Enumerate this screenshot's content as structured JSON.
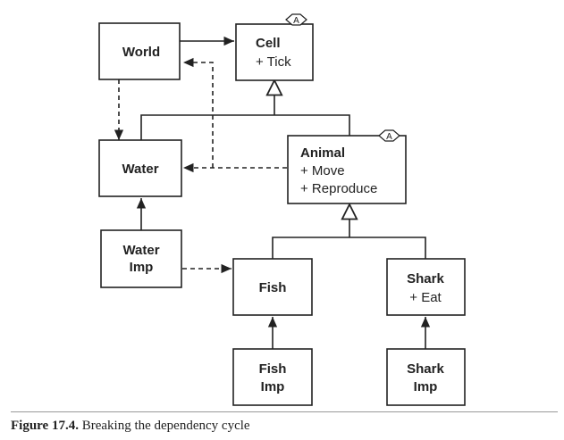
{
  "diagram": {
    "world": {
      "name": "World"
    },
    "cell": {
      "name": "Cell",
      "members": [
        "+ Tick"
      ],
      "stereotype": "A"
    },
    "water": {
      "name": "Water"
    },
    "animal": {
      "name": "Animal",
      "members": [
        "+ Move",
        "+ Reproduce"
      ],
      "stereotype": "A"
    },
    "water_imp": {
      "name_line1": "Water",
      "name_line2": "Imp"
    },
    "fish": {
      "name": "Fish"
    },
    "shark": {
      "name": "Shark",
      "members": [
        "+ Eat"
      ]
    },
    "fish_imp": {
      "name_line1": "Fish",
      "name_line2": "Imp"
    },
    "shark_imp": {
      "name_line1": "Shark",
      "name_line2": "Imp"
    }
  },
  "caption": {
    "number": "Figure 17.4.",
    "text": "Breaking the dependency cycle"
  }
}
